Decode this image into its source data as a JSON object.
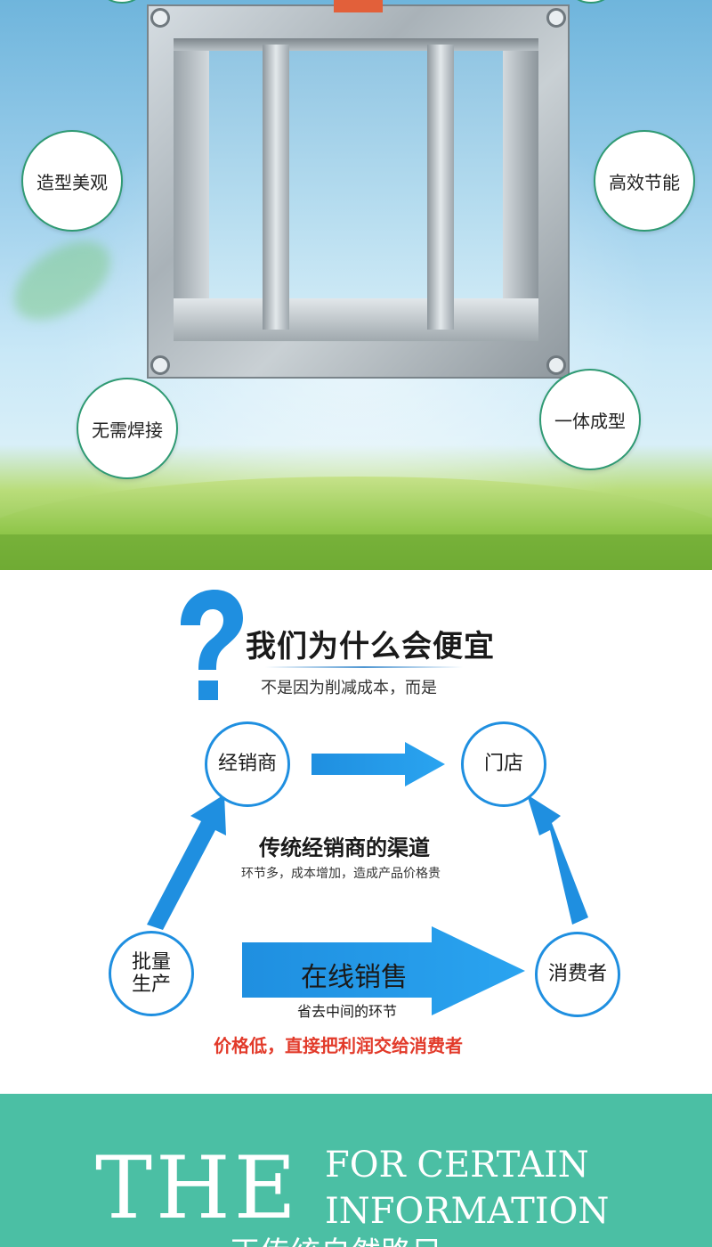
{
  "hero": {
    "features": {
      "top_left": "造型美观",
      "top_right": "高效节能",
      "bottom_left": "无需焊接",
      "bottom_right": "一体成型"
    }
  },
  "diagram": {
    "title": "我们为什么会便宜",
    "subtitle": "不是因为削减成本，而是",
    "nodes": {
      "dealer": "经销商",
      "store": "门店",
      "batch": "批量生产",
      "consumer": "消费者"
    },
    "traditional_title": "传统经销商的渠道",
    "traditional_sub": "环节多，成本增加，造成产品价格贵",
    "online_title": "在线销售",
    "online_sub": "省去中间的环节",
    "bottom_note": "价格低，直接把利润交给消费者",
    "colors": {
      "accent": "#1f8fe0",
      "note": "#e23a2a"
    }
  },
  "banner": {
    "the": "THE",
    "line1": "FOR CERTAIN",
    "line2": "INFORMATION",
    "chinese_cut": "正传统自然路足",
    "color": "#4bbfa4"
  }
}
